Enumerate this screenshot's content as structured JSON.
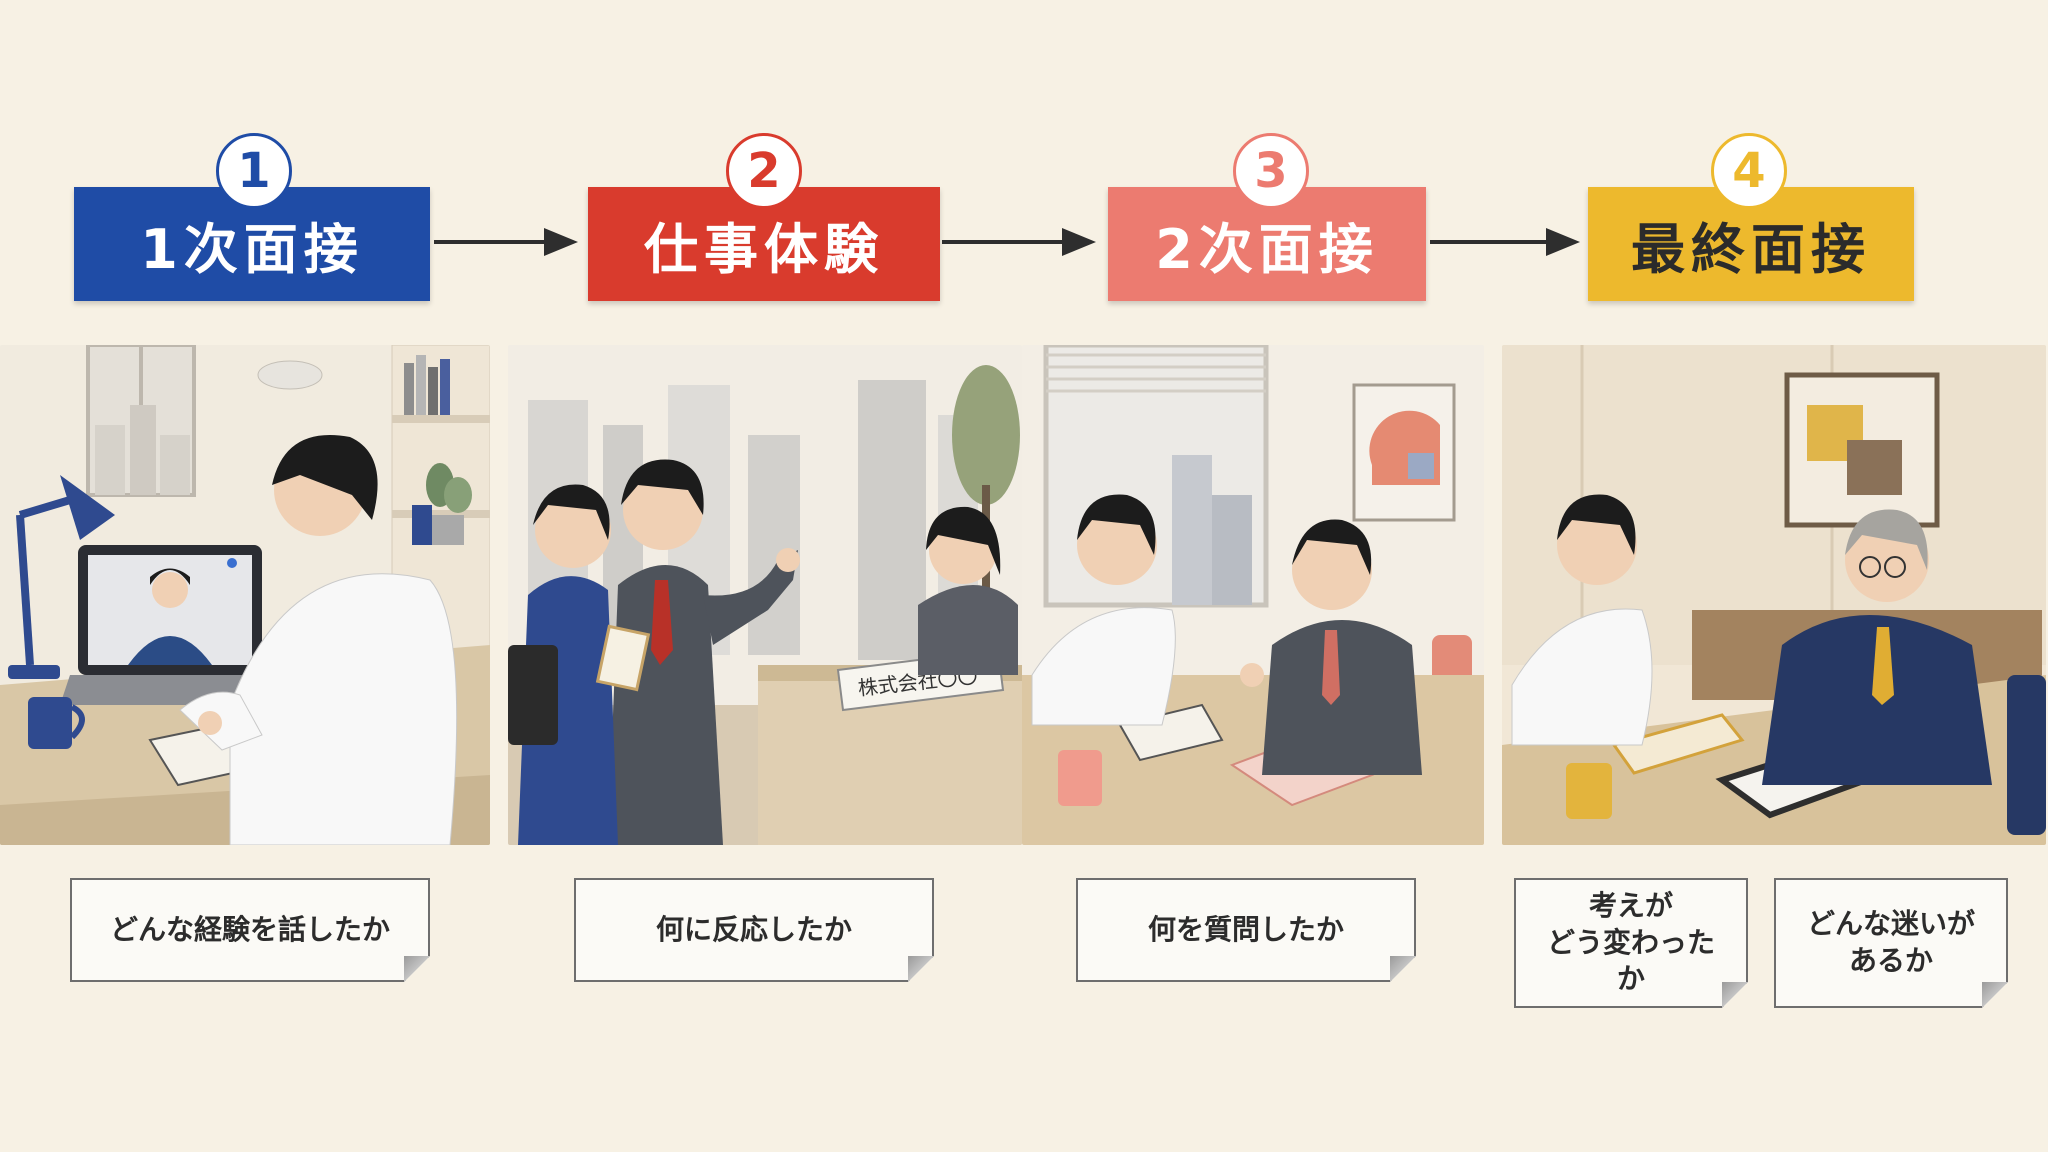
{
  "steps": [
    {
      "number": "1",
      "title": "1次面接",
      "color": "#1f4ca6",
      "text_color": "#ffffff",
      "note": "どんな経験を話したか"
    },
    {
      "number": "2",
      "title": "仕事体験",
      "color": "#d93b2d",
      "text_color": "#ffffff",
      "note": "何に反応したか",
      "scene_sign": "株式会社〇〇"
    },
    {
      "number": "3",
      "title": "2次面接",
      "color": "#ec7b70",
      "text_color": "#ffffff",
      "note": "何を質問したか"
    },
    {
      "number": "4",
      "title": "最終面接",
      "color": "#edb92d",
      "text_color": "#2b2b2b",
      "notes": [
        "考えが\nどう変わったか",
        "どんな迷いが\nあるか"
      ]
    }
  ],
  "icons": {
    "arrow": "right-arrow-icon"
  }
}
